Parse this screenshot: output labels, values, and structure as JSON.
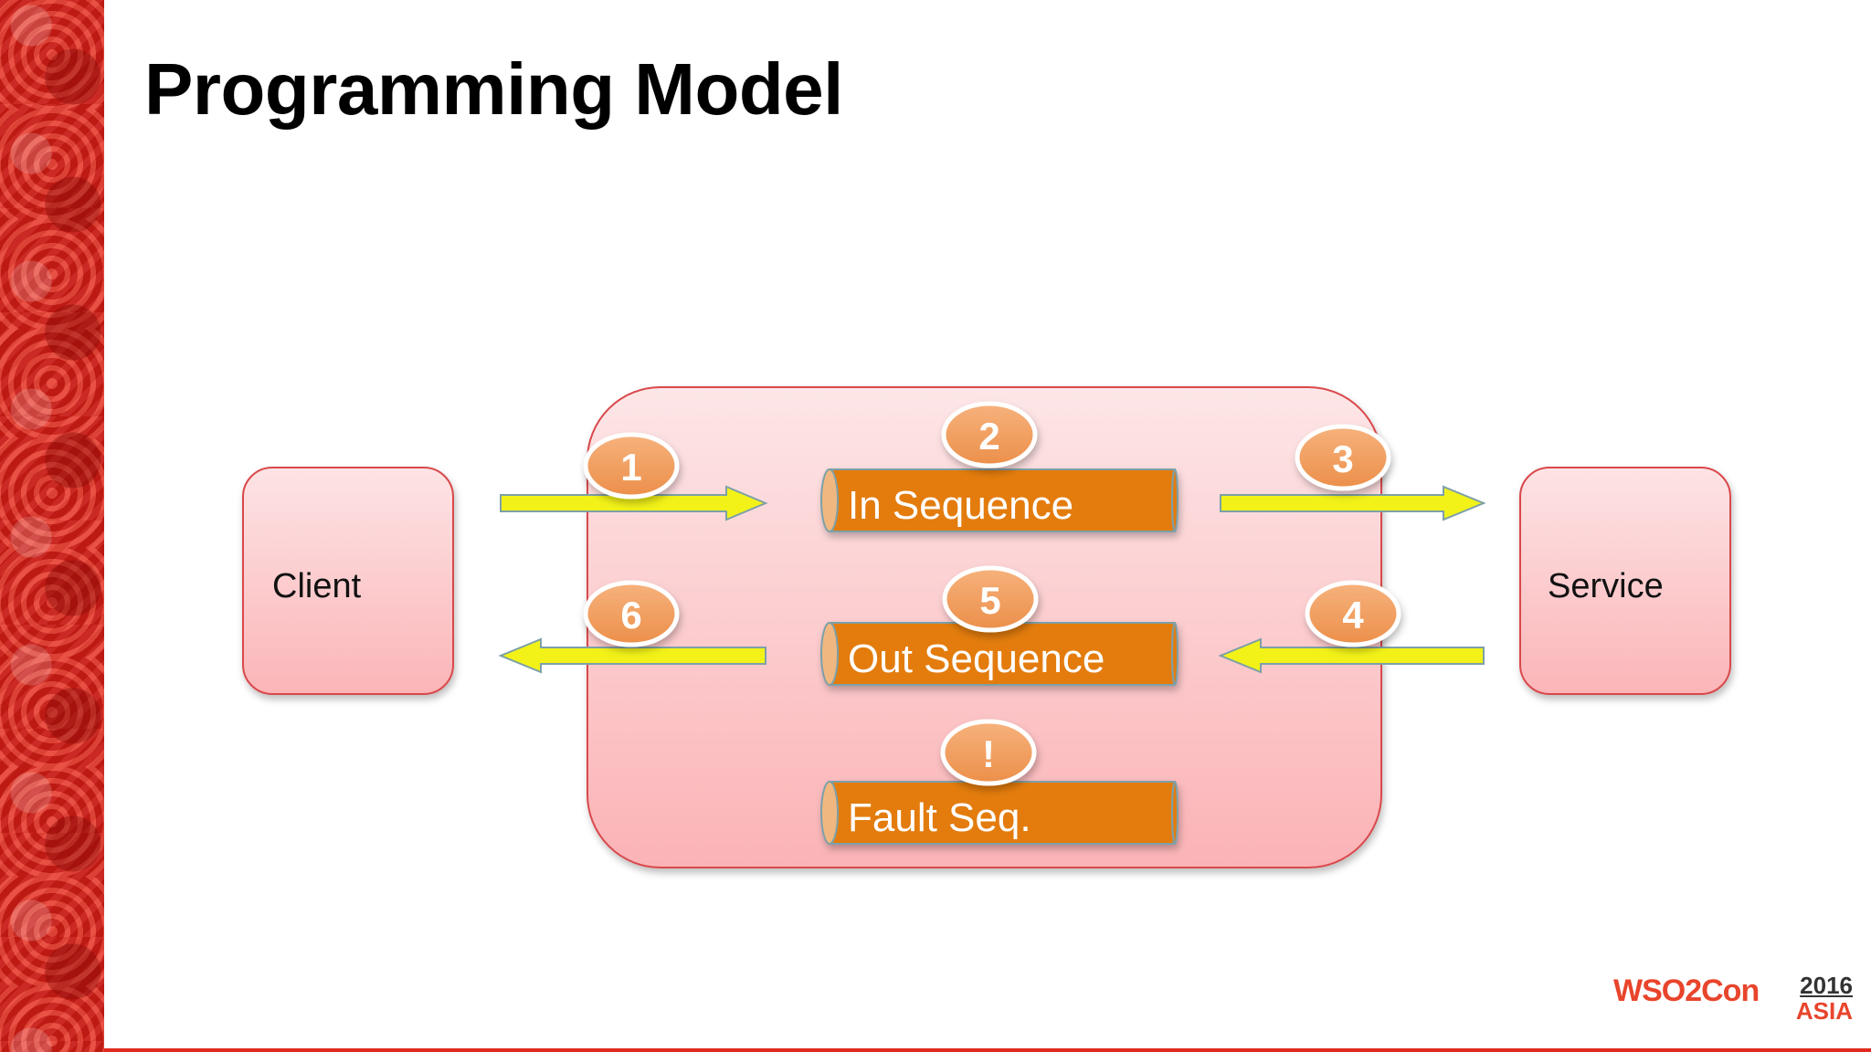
{
  "slide": {
    "title": "Programming Model"
  },
  "nodes": {
    "client": "Client",
    "service": "Service"
  },
  "sequences": {
    "in": "In Sequence",
    "out": "Out Sequence",
    "fault": "Fault Seq."
  },
  "steps": {
    "s1": "1",
    "s2": "2",
    "s3": "3",
    "s4": "4",
    "s5": "5",
    "s6": "6",
    "fault": "!"
  },
  "logo": {
    "brand": "WSO2Con",
    "year": "2016",
    "region": "ASIA"
  },
  "colors": {
    "accent_red": "#d9261c",
    "box_pink": "#fcc4c6",
    "sequence_orange": "#e37b0f",
    "badge_orange": "#f0a060",
    "arrow_yellow": "#f0f020"
  }
}
